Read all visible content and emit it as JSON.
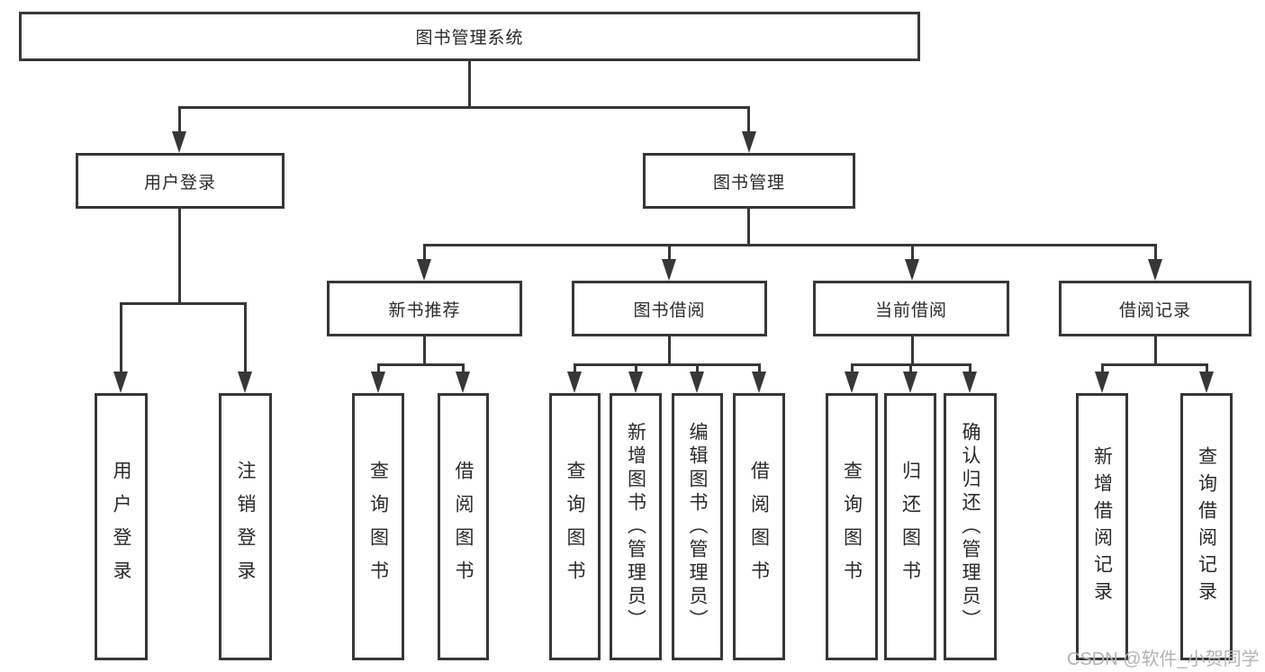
{
  "tree": {
    "root": "图书管理系统",
    "branches": [
      {
        "label": "用户登录",
        "leaves": [
          "用户登录",
          "注销登录"
        ]
      },
      {
        "label": "图书管理",
        "children": [
          {
            "label": "新书推荐",
            "leaves": [
              "查询图书",
              "借阅图书"
            ]
          },
          {
            "label": "图书借阅",
            "leaves": [
              "查询图书",
              "新增图书（管理员）",
              "编辑图书（管理员）",
              "借阅图书"
            ]
          },
          {
            "label": "当前借阅",
            "leaves": [
              "查询图书",
              "归还图书",
              "确认归还（管理员）"
            ]
          },
          {
            "label": "借阅记录",
            "leaves": [
              "新增借阅记录",
              "查询借阅记录"
            ]
          }
        ]
      }
    ]
  },
  "watermark": "CSDN @软件_小贺同学",
  "colors": {
    "line": "#373737",
    "text": "#2a2a2a",
    "watermark": "#b3b3b3",
    "background": "#ffffff"
  }
}
